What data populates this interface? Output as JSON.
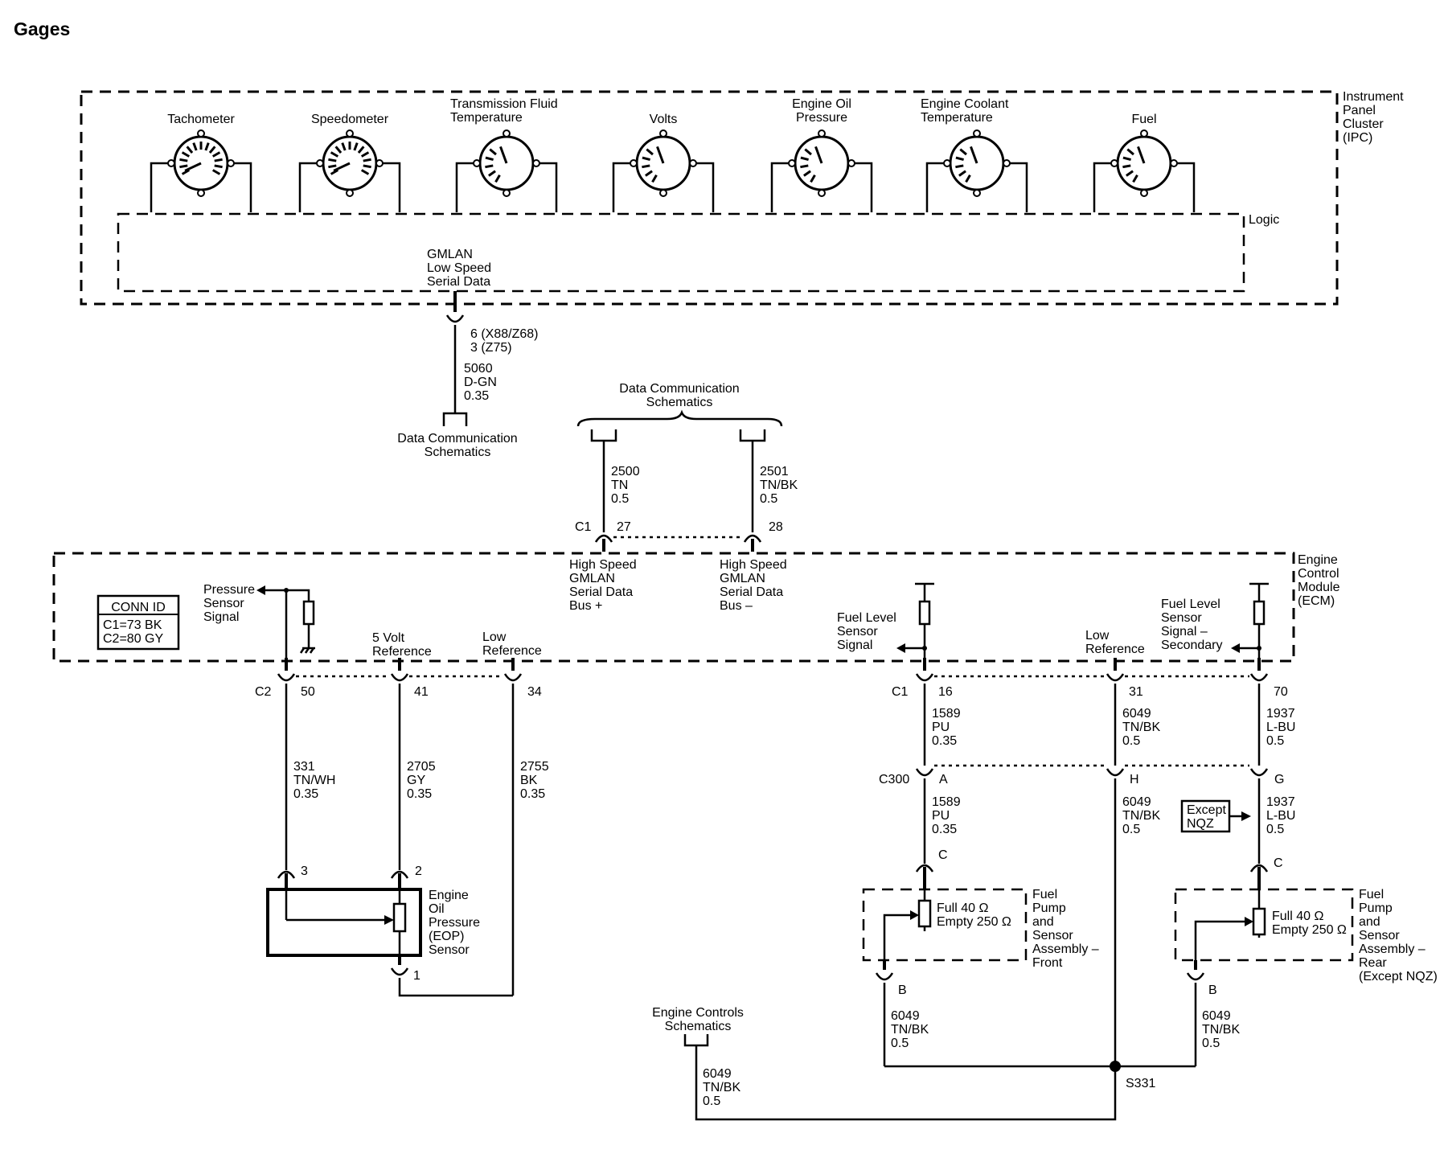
{
  "title": "Gages",
  "ipc": {
    "label": [
      "Instrument",
      "Panel",
      "Cluster",
      "(IPC)"
    ],
    "logic_label": "Logic",
    "gauges": [
      {
        "label": [
          "Tachometer"
        ],
        "style": "many"
      },
      {
        "label": [
          "Speedometer"
        ],
        "style": "many"
      },
      {
        "label": [
          "Transmission Fluid",
          "Temperature"
        ],
        "style": "few"
      },
      {
        "label": [
          "Volts"
        ],
        "style": "few"
      },
      {
        "label": [
          "Engine Oil",
          "Pressure"
        ],
        "style": "few"
      },
      {
        "label": [
          "Engine Coolant",
          "Temperature"
        ],
        "style": "few"
      },
      {
        "label": [
          "Fuel"
        ],
        "style": "few"
      }
    ],
    "gmlan_low": [
      "GMLAN",
      "Low Speed",
      "Serial Data"
    ]
  },
  "gmlan_low_circuit": {
    "pin": [
      "6 (X88/Z68)",
      "3 (Z75)"
    ],
    "wire": [
      "5060",
      "D-GN",
      "0.35"
    ],
    "destination": [
      "Data Communication",
      "Schematics"
    ]
  },
  "data_comm_top": [
    "Data Communication",
    "Schematics"
  ],
  "high_speed": {
    "connector": "C1",
    "plus": {
      "pin": "27",
      "wire": [
        "2500",
        "TN",
        "0.5"
      ],
      "label": [
        "High Speed",
        "GMLAN",
        "Serial Data",
        "Bus +"
      ]
    },
    "minus": {
      "pin": "28",
      "wire": [
        "2501",
        "TN/BK",
        "0.5"
      ],
      "label": [
        "High Speed",
        "GMLAN",
        "Serial Data",
        "Bus –"
      ]
    }
  },
  "ecm": {
    "label": [
      "Engine",
      "Control",
      "Module",
      "(ECM)"
    ],
    "conn_id": {
      "title": "CONN ID",
      "lines": [
        "C1=73 BK",
        "C2=80 GY"
      ]
    },
    "pressure_signal": [
      "Pressure",
      "Sensor",
      "Signal"
    ],
    "five_volt_ref": [
      "5 Volt",
      "Reference"
    ],
    "low_ref_left": [
      "Low",
      "Reference"
    ],
    "fuel_level_signal": [
      "Fuel Level",
      "Sensor",
      "Signal"
    ],
    "low_ref_right": [
      "Low",
      "Reference"
    ],
    "fuel_level_secondary": [
      "Fuel Level",
      "Sensor",
      "Signal –",
      "Secondary"
    ]
  },
  "c2": {
    "connector": "C2",
    "pins": [
      "50",
      "41",
      "34"
    ],
    "wires": [
      [
        "331",
        "TN/WH",
        "0.35"
      ],
      [
        "2705",
        "GY",
        "0.35"
      ],
      [
        "2755",
        "BK",
        "0.35"
      ]
    ]
  },
  "eop_sensor": {
    "label": [
      "Engine",
      "Oil",
      "Pressure",
      "(EOP)",
      "Sensor"
    ],
    "pins": [
      "3",
      "2",
      "1"
    ]
  },
  "c1_right": {
    "connector": "C1",
    "pins": [
      "16",
      "31",
      "70"
    ],
    "wires": [
      [
        "1589",
        "PU",
        "0.35"
      ],
      [
        "6049",
        "TN/BK",
        "0.5"
      ],
      [
        "1937",
        "L-BU",
        "0.5"
      ]
    ]
  },
  "c300": {
    "connector": "C300",
    "pins": [
      "A",
      "H",
      "G"
    ],
    "wires": [
      [
        "1589",
        "PU",
        "0.35"
      ],
      [
        "6049",
        "TN/BK",
        "0.5"
      ],
      [
        "1937",
        "L-BU",
        "0.5"
      ]
    ],
    "except_nqz": [
      "Except",
      "NQZ"
    ]
  },
  "pump_front": {
    "label": [
      "Fuel",
      "Pump",
      "and",
      "Sensor",
      "Assembly –",
      "Front"
    ],
    "pin_c": "C",
    "pin_b": "B",
    "resist": [
      "Full 40 Ω",
      "Empty 250 Ω"
    ],
    "wire_b": [
      "6049",
      "TN/BK",
      "0.5"
    ]
  },
  "pump_rear": {
    "label": [
      "Fuel",
      "Pump",
      "and",
      "Sensor",
      "Assembly –",
      "Rear",
      "(Except NQZ)"
    ],
    "pin_c": "C",
    "pin_b": "B",
    "resist": [
      "Full 40 Ω",
      "Empty 250 Ω"
    ],
    "wire_b": [
      "6049",
      "TN/BK",
      "0.5"
    ]
  },
  "engine_controls": {
    "label": [
      "Engine Controls",
      "Schematics"
    ],
    "wire": [
      "6049",
      "TN/BK",
      "0.5"
    ]
  },
  "splice": "S331"
}
